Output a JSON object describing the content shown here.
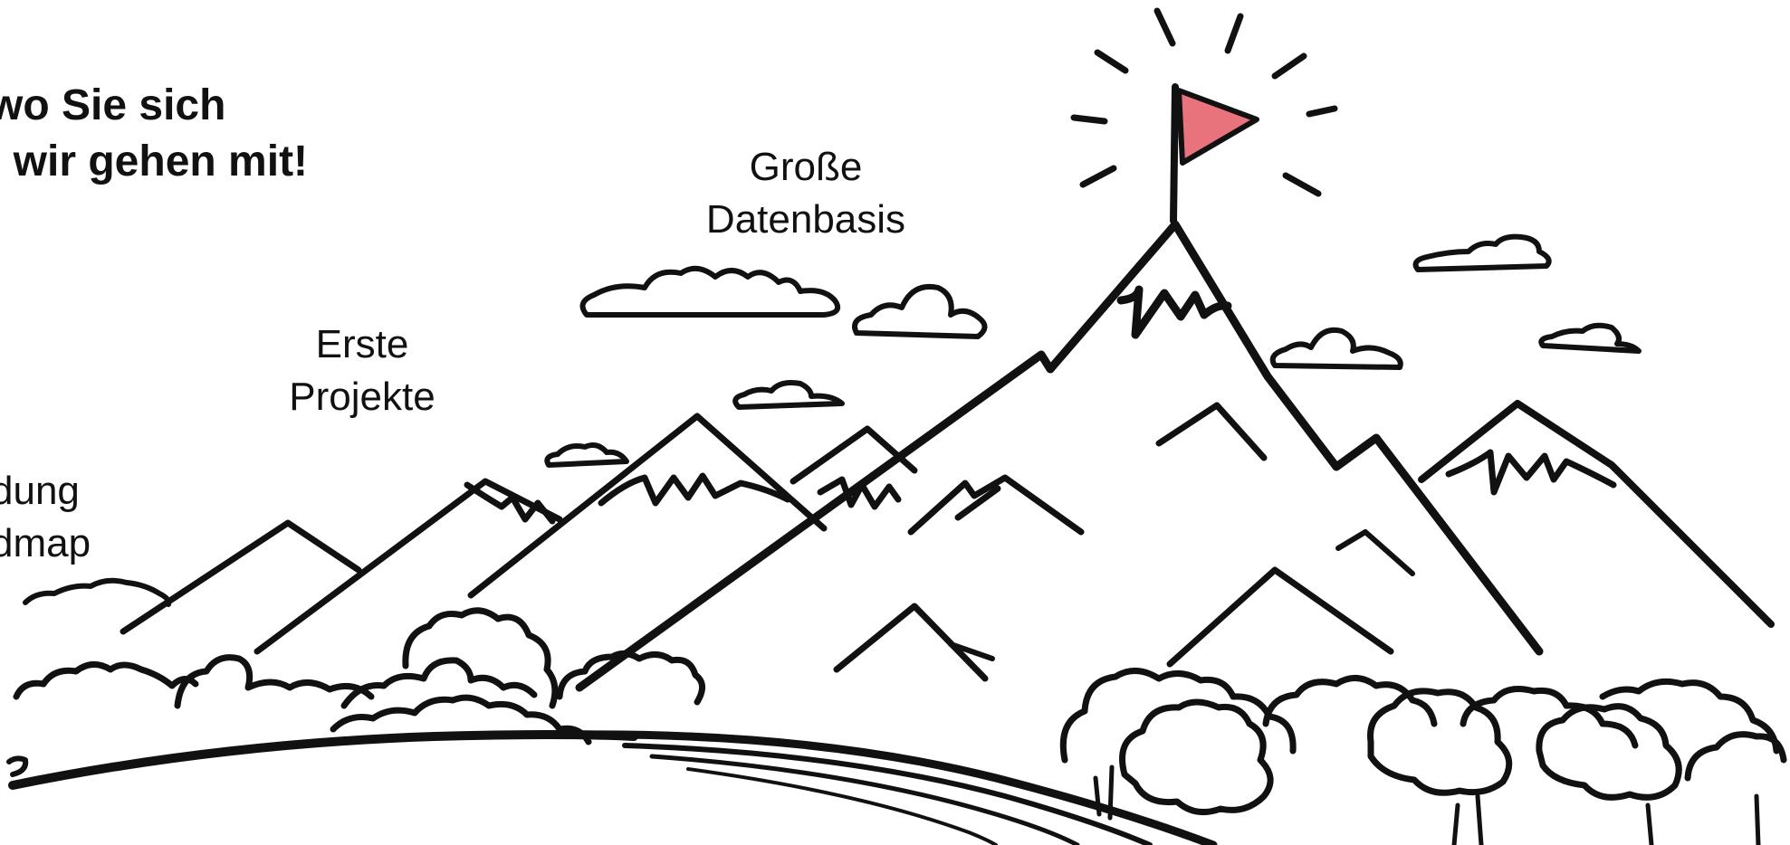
{
  "headline": {
    "line1": "wo Sie sich",
    "line2": ", wir gehen mit!"
  },
  "milestones": [
    {
      "line1": "dung",
      "line2": "dmap"
    },
    {
      "line1": "Erste",
      "line2": "Projekte"
    },
    {
      "line1": "Große",
      "line2": "Datenbasis"
    }
  ],
  "colors": {
    "ink": "#111111",
    "flag": "#e8737d",
    "background": "#ffffff"
  }
}
